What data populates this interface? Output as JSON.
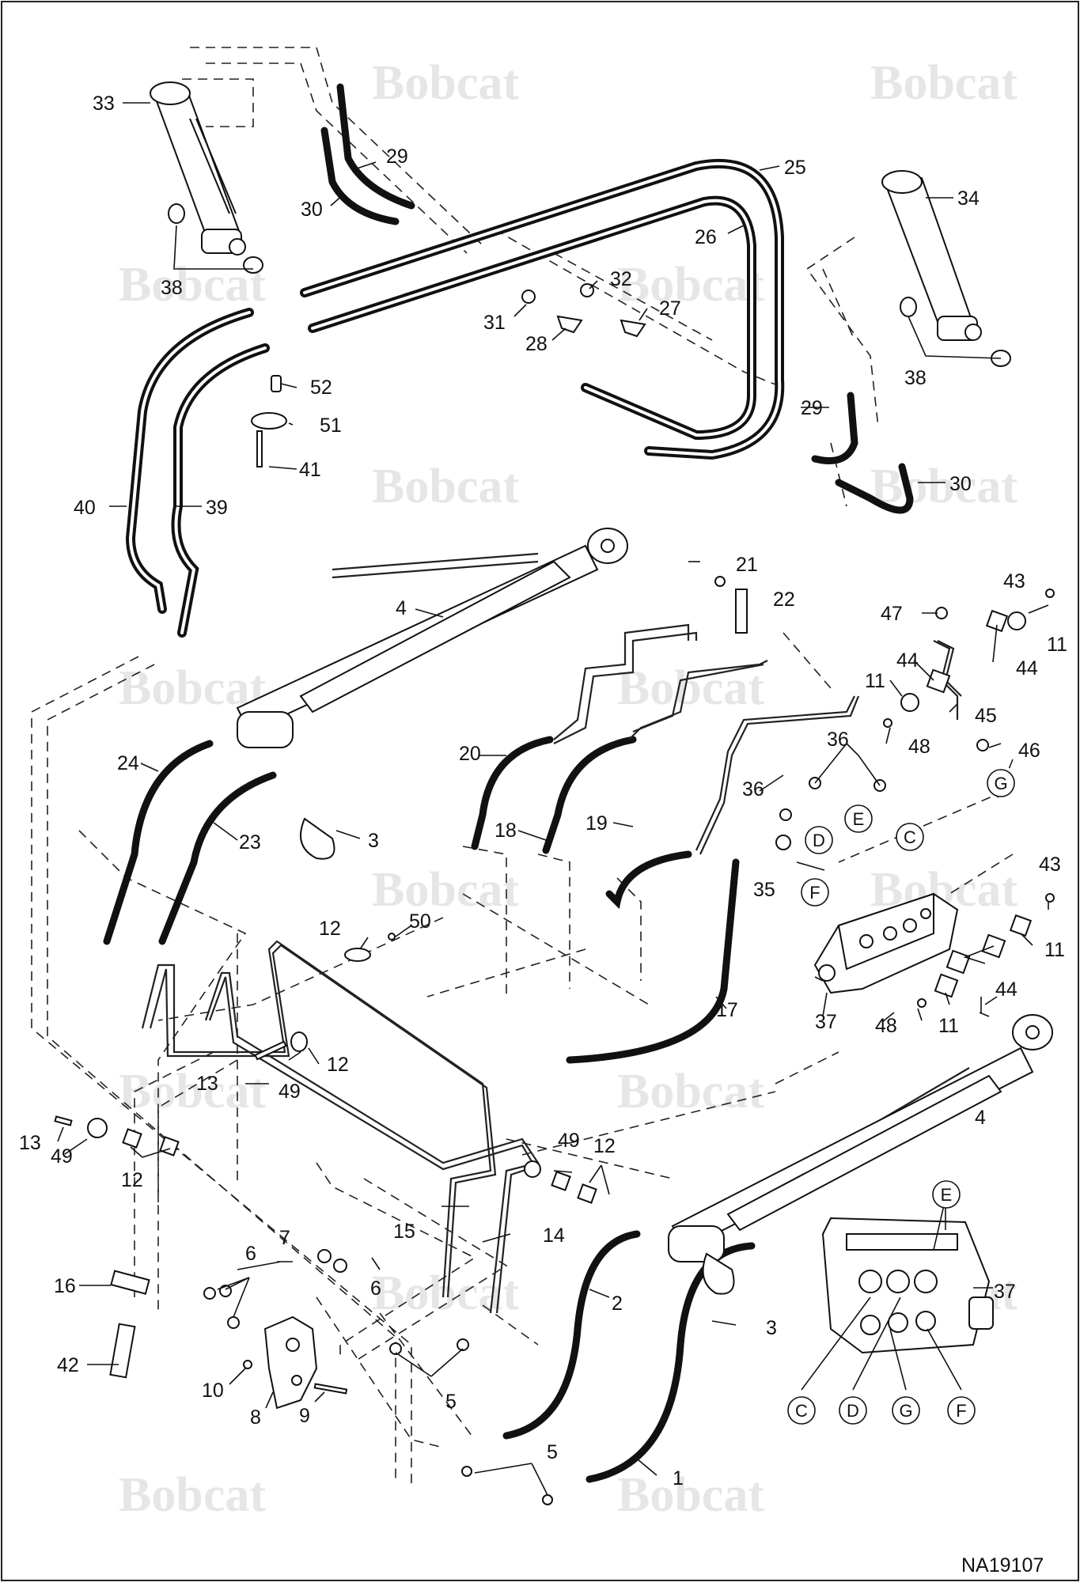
{
  "watermark": {
    "text": "Bobcat"
  },
  "reference_code": "NA19107",
  "callouts": {
    "c1": "1",
    "c2": "2",
    "c3a": "3",
    "c3b": "3",
    "c4a": "4",
    "c4b": "4",
    "c5a": "5",
    "c5b": "5",
    "c6a": "6",
    "c6b": "6",
    "c7": "7",
    "c8": "8",
    "c9": "9",
    "c10": "10",
    "c11a": "11",
    "c11b": "11",
    "c11c": "11",
    "c11d": "11",
    "c12a": "12",
    "c12b": "12",
    "c12c": "12",
    "c12d": "12",
    "c13a": "13",
    "c13b": "13",
    "c14": "14",
    "c15": "15",
    "c16": "16",
    "c17": "17",
    "c18": "18",
    "c19": "19",
    "c20": "20",
    "c21": "21",
    "c22": "22",
    "c23": "23",
    "c24": "24",
    "c25": "25",
    "c26": "26",
    "c27": "27",
    "c28": "28",
    "c29a": "29",
    "c29b": "29",
    "c30a": "30",
    "c30b": "30",
    "c31": "31",
    "c32": "32",
    "c33": "33",
    "c34": "34",
    "c35": "35",
    "c36a": "36",
    "c36b": "36",
    "c37a": "37",
    "c37b": "37",
    "c38a": "38",
    "c38b": "38",
    "c39": "39",
    "c40": "40",
    "c41": "41",
    "c42": "42",
    "c43a": "43",
    "c43b": "43",
    "c44a": "44",
    "c44b": "44",
    "c44c": "44",
    "c45": "45",
    "c46": "46",
    "c47": "47",
    "c48a": "48",
    "c48b": "48",
    "c49a": "49",
    "c49b": "49",
    "c49c": "49",
    "c50": "50",
    "c51": "51",
    "c52": "52"
  },
  "port_labels": {
    "pC1": "C",
    "pD1": "D",
    "pE1": "E",
    "pF1": "F",
    "pG1": "G",
    "pC2": "C",
    "pD2": "D",
    "pE2": "E",
    "pF2": "F",
    "pG2": "G"
  }
}
